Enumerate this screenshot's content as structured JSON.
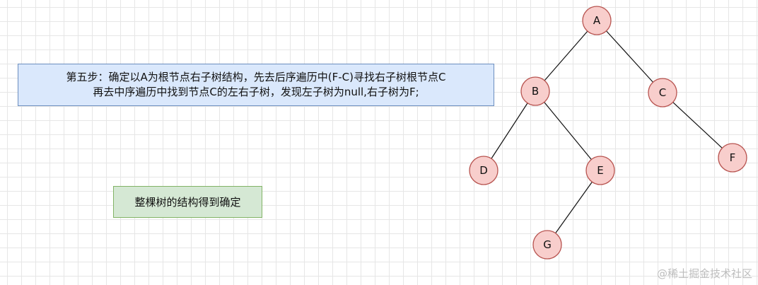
{
  "step_box": {
    "line1": "第五步：确定以A为根节点右子树结构，先去后序遍历中(F-C)寻找右子树根节点C",
    "line2": "再去中序遍历中找到节点C的左右子树，发现左子树为null,右子树为F;"
  },
  "confirm_box": {
    "text": "整棵树的结构得到确定"
  },
  "tree": {
    "nodes": [
      {
        "id": "A",
        "label": "A"
      },
      {
        "id": "B",
        "label": "B"
      },
      {
        "id": "C",
        "label": "C"
      },
      {
        "id": "D",
        "label": "D"
      },
      {
        "id": "E",
        "label": "E"
      },
      {
        "id": "F",
        "label": "F"
      },
      {
        "id": "G",
        "label": "G"
      }
    ],
    "edges": [
      {
        "from": "A",
        "to": "B"
      },
      {
        "from": "A",
        "to": "C"
      },
      {
        "from": "B",
        "to": "D"
      },
      {
        "from": "B",
        "to": "E"
      },
      {
        "from": "E",
        "to": "G"
      },
      {
        "from": "C",
        "to": "F"
      }
    ]
  },
  "watermark": "@稀土掘金技术社区",
  "colors": {
    "node_fill": "#f8cecc",
    "node_stroke": "#b85450",
    "step_fill": "#dae8fc",
    "step_stroke": "#6c8ebf",
    "confirm_fill": "#d5e8d4",
    "confirm_stroke": "#82b366"
  }
}
